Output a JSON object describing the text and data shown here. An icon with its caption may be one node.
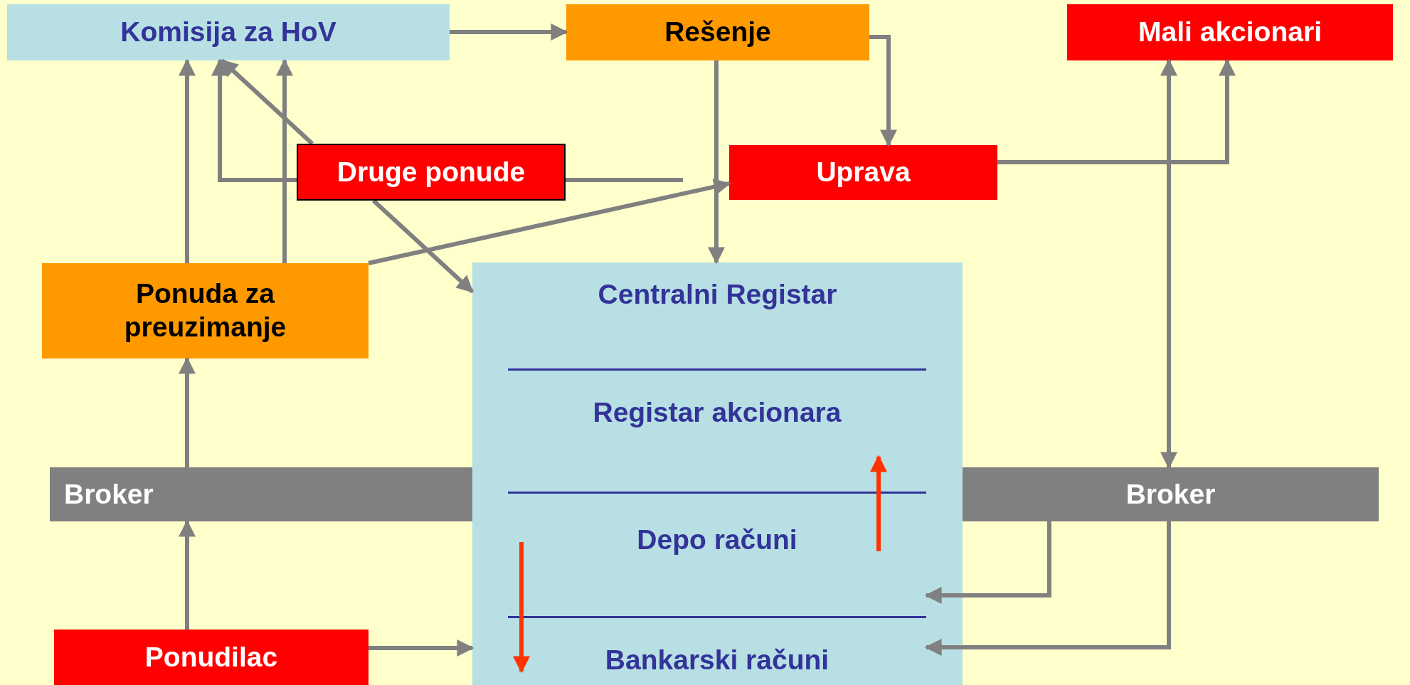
{
  "diagram": {
    "nodes": [
      {
        "text": [
          "Komisija za HoV"
        ]
      },
      {
        "text": [
          "Rešenje"
        ]
      },
      {
        "text": [
          "Mali akcionari"
        ]
      },
      {
        "text": [
          "Druge ponude"
        ]
      },
      {
        "text": [
          "Uprava"
        ]
      },
      {
        "text": [
          "Ponuda za preuzimanje"
        ]
      },
      {
        "text": [
          "Centralni Registar"
        ]
      },
      {
        "text": [
          "Registar akcionara"
        ],
        "in": 6
      },
      {
        "text": [
          "Depo računi"
        ],
        "in": 6
      },
      {
        "text": [
          "Bankarski računi"
        ],
        "in": 6
      },
      {
        "text": [
          "Broker"
        ]
      },
      {
        "text": [
          "Broker"
        ]
      },
      {
        "text": [
          "Ponudilac"
        ]
      }
    ],
    "edges": [
      {
        "from": 0,
        "to": 1,
        "arrow": "to"
      },
      {
        "from": 1,
        "to": 4,
        "arrow": "to"
      },
      {
        "from": 1,
        "to": 6,
        "arrow": "to"
      },
      {
        "from": 5,
        "to": 0,
        "arrow": "to"
      },
      {
        "from": 5,
        "to": 0,
        "arrow": "to"
      },
      {
        "from": null,
        "to": 0,
        "arrow": "to"
      },
      {
        "from": 3,
        "to": 0,
        "arrow": "to"
      },
      {
        "from": 3,
        "to": 6,
        "arrow": "to"
      },
      {
        "from": 5,
        "to": 4,
        "arrow": "to"
      },
      {
        "from": 4,
        "to": 2,
        "arrow": "to"
      },
      {
        "from": 11,
        "to": 2,
        "arrow": "both"
      },
      {
        "from": 12,
        "to": 10,
        "arrow": "to"
      },
      {
        "from": 10,
        "to": 5,
        "arrow": "to"
      },
      {
        "from": 12,
        "to": 6,
        "arrow": "to"
      },
      {
        "from": 11,
        "to": 8,
        "arrow": "to"
      },
      {
        "from": 11,
        "to": 9,
        "arrow": "to"
      },
      {
        "from": 8,
        "to": 7,
        "arrow": "to",
        "color": "#ff3300"
      },
      {
        "from": 8,
        "to": 9,
        "arrow": "to",
        "color": "#ff3300"
      }
    ]
  }
}
